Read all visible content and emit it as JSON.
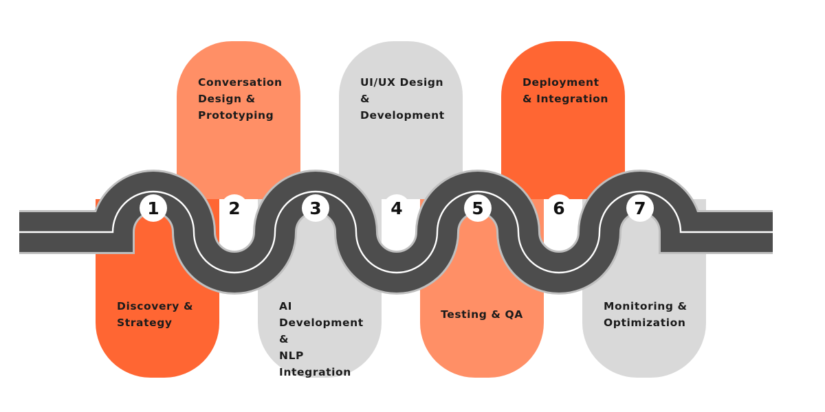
{
  "roadmap": {
    "colors": {
      "orange_dark": "#ff6633",
      "orange_light": "#ff8f66",
      "gray": "#d9d9d9",
      "road": "#4d4d4d",
      "road_line": "#ffffff"
    },
    "steps": [
      {
        "number": "1",
        "title": "Discovery &\nStrategy",
        "color": "#ff6633",
        "position": "bottom"
      },
      {
        "number": "2",
        "title": "Conversation\nDesign &\nPrototyping",
        "color": "#ff8f66",
        "position": "top"
      },
      {
        "number": "3",
        "title": "AI Development &\nNLP Integration",
        "color": "#d9d9d9",
        "position": "bottom"
      },
      {
        "number": "4",
        "title": "UI/UX Design &\nDevelopment",
        "color": "#d9d9d9",
        "position": "top"
      },
      {
        "number": "5",
        "title": "Testing & QA",
        "color": "#ff8f66",
        "position": "bottom"
      },
      {
        "number": "6",
        "title": "Deployment\n& Integration",
        "color": "#ff6633",
        "position": "top"
      },
      {
        "number": "7",
        "title": "Monitoring &\nOptimization",
        "color": "#d9d9d9",
        "position": "bottom"
      }
    ]
  }
}
